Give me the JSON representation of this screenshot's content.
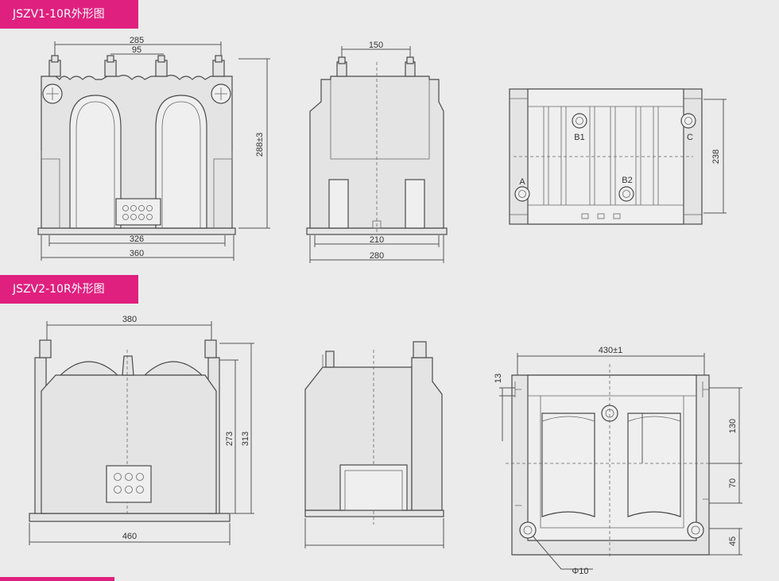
{
  "sections": [
    {
      "title": "JSZV1-10R外形图"
    },
    {
      "title": "JSZV2-10R外形图"
    }
  ],
  "jszv1": {
    "front": {
      "d_top_outer": "285",
      "d_top_inner": "95",
      "d_height": "288±3",
      "d_base_inner": "326",
      "d_base_outer": "360"
    },
    "side": {
      "d_top": "150",
      "d_base_inner": "210",
      "d_base_outer": "280"
    },
    "top": {
      "label_a": "A",
      "label_b1": "B1",
      "label_b2": "B2",
      "label_c": "C",
      "d_height": "238"
    }
  },
  "jszv2": {
    "front": {
      "d_top": "380",
      "d_h1": "273",
      "d_h2": "313",
      "d_base": "460"
    },
    "top": {
      "d_width": "430±1",
      "d_13": "13",
      "d_130": "130",
      "d_70": "70",
      "d_45": "45",
      "d_hole": "Φ10"
    }
  }
}
